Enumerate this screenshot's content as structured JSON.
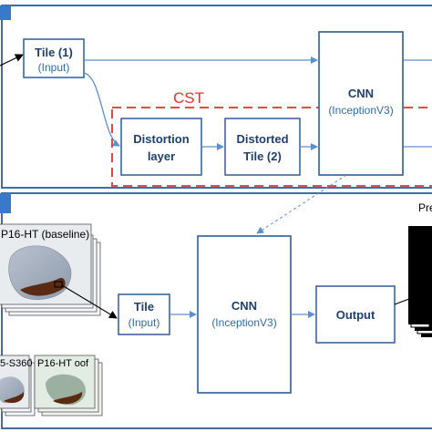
{
  "top_panel": {
    "tile1": {
      "title": "Tile (1)",
      "subtitle": "(Input)"
    },
    "cst_label": "CST",
    "distortion": {
      "line1": "Distortion",
      "line2": "layer"
    },
    "distorted_tile": {
      "line1": "Distorted",
      "line2": "Tile (2)"
    },
    "cnn": {
      "title": "CNN",
      "subtitle": "(InceptionV3)"
    }
  },
  "bottom_panel": {
    "slide_baseline": "P16-HT (baseline)",
    "slide_s360": "5-S360",
    "slide_oof": "P16-HT oof",
    "tile": {
      "title": "Tile",
      "subtitle": "(Input)"
    },
    "cnn": {
      "title": "CNN",
      "subtitle": "(InceptionV3)"
    },
    "output": "Output",
    "pre_label": "Pre"
  },
  "colors": {
    "frame_blue": "#2e5c9a",
    "accent_blue": "#5b8fd0",
    "cst_red": "#e0332f",
    "panel_marker": "#3a78c9"
  }
}
